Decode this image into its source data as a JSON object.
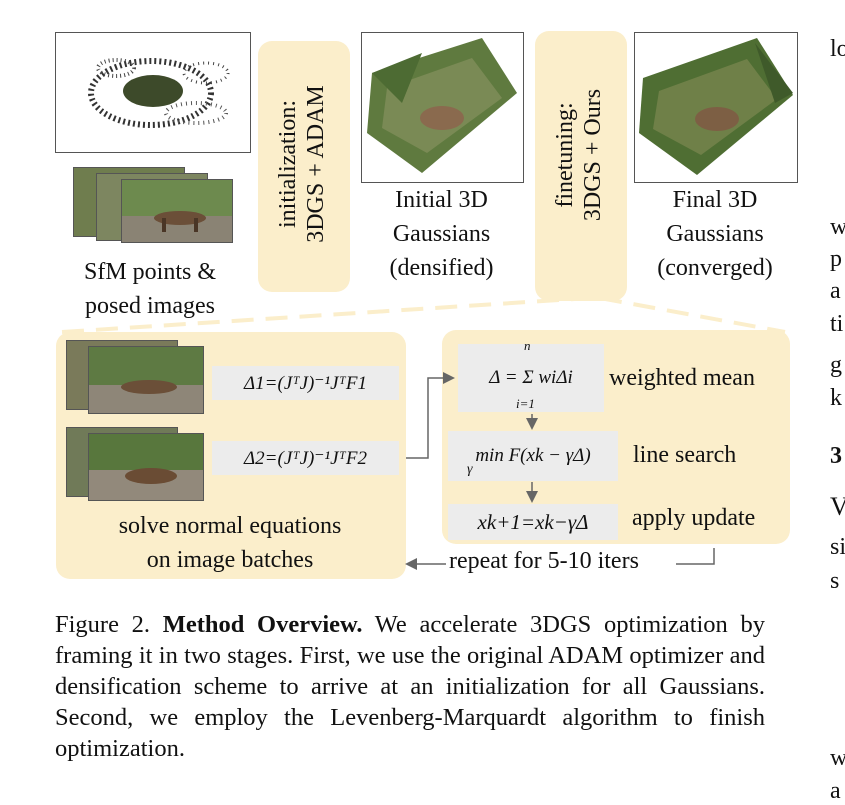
{
  "top_row": {
    "sfm_label": "SfM points &\nposed images",
    "stage1_label": "initialization:\n3DGS + ADAM",
    "initial_label": "Initial 3D\nGaussians\n(densified)",
    "stage2_label": "finetuning:\n3DGS + Ours",
    "final_label": "Final 3D\nGaussians\n(converged)"
  },
  "batch_panel": {
    "eq1": "Δ1=(JᵀJ)⁻¹JᵀF1",
    "eq2": "Δ2=(JᵀJ)⁻¹JᵀF2",
    "caption": "solve normal equations\non image batches"
  },
  "lm_panel": {
    "step1_eq": "Δ = Σ wiΔi",
    "step1_sum_top": "n",
    "step1_sum_bottom": "i=1",
    "step1_label": "weighted mean",
    "step2_eq": "min F(xk − γΔ)",
    "step2_sub": "γ",
    "step2_label": "line search",
    "step3_eq": "xk+1=xk−γΔ",
    "step3_label": "apply update",
    "repeat_label": "repeat for 5-10 iters"
  },
  "caption": {
    "prefix": "Figure 2. ",
    "title": "Method Overview.",
    "body": " We accelerate 3DGS optimization by framing it in two stages. First, we use the original ADAM optimizer and densification scheme to arrive at an initialization for all Gaussians. Second, we employ the Levenberg-Marquardt algorithm to finish optimization."
  },
  "right_edge": {
    "lines": [
      "lo",
      "w",
      "p",
      "a",
      "ti",
      "g",
      "k",
      "3",
      "V",
      "si",
      "s",
      "w",
      "a"
    ]
  },
  "colors": {
    "panel": "#fbeecb",
    "eq_box": "#ececec",
    "arrow": "#666666"
  }
}
